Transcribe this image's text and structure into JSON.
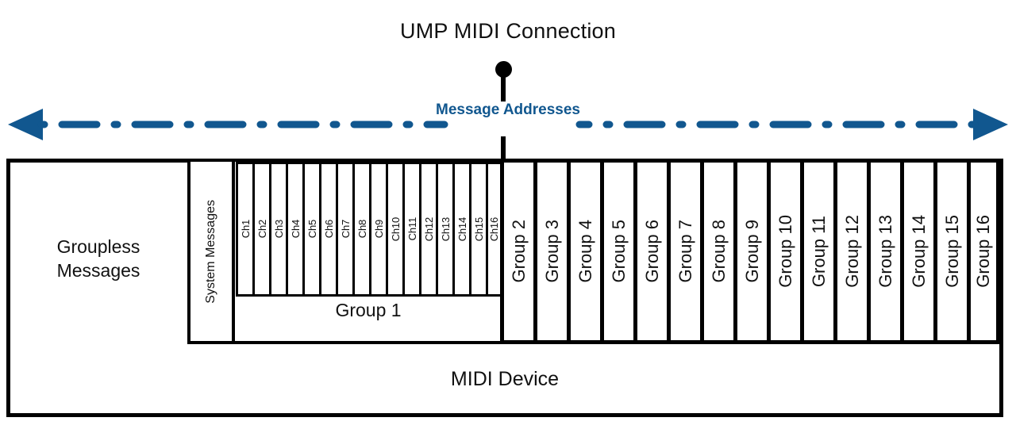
{
  "diagram": {
    "title": "UMP MIDI Connection",
    "axis": {
      "label": "Message Addresses",
      "color": "#11578F",
      "style": "dash-dot double-headed arrow",
      "left_arrow_icon": "arrow-left-icon",
      "right_arrow_icon": "arrow-right-icon"
    },
    "connection_marker": {
      "dot_icon": "connection-dot-icon",
      "stem_icon": "connection-stem-icon",
      "color": "#000000"
    },
    "device": {
      "label": "MIDI Device",
      "groupless_label": "Groupless\nMessages",
      "groupless_line1": "Groupless",
      "groupless_line2": "Messages"
    },
    "group1": {
      "label": "Group 1",
      "system_messages_label": "System Messages",
      "channels": [
        "Ch1",
        "Ch2",
        "Ch3",
        "Ch4",
        "Ch5",
        "Ch6",
        "Ch7",
        "Ch8",
        "Ch9",
        "Ch10",
        "Ch11",
        "Ch12",
        "Ch13",
        "Ch14",
        "Ch15",
        "Ch16"
      ]
    },
    "groups": [
      "Group 2",
      "Group 3",
      "Group 4",
      "Group 5",
      "Group 6",
      "Group 7",
      "Group 8",
      "Group 9",
      "Group 10",
      "Group 11",
      "Group 12",
      "Group 13",
      "Group 14",
      "Group 15",
      "Group 16"
    ]
  }
}
